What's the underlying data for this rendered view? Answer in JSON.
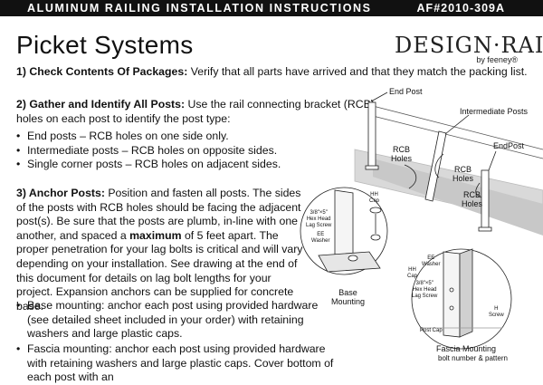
{
  "header": {
    "title": "ALUMINUM RAILING INSTALLATION INSTRUCTIONS",
    "code": "AF#2010-309A"
  },
  "page_title": "Picket Systems",
  "logo": {
    "brand": "DESIGN·RAIL",
    "by": "by feeney®"
  },
  "step1": {
    "heading": "1) Check Contents Of Packages:",
    "text": " Verify that all parts have arrived and that they match the packing list."
  },
  "step2": {
    "heading": "2) Gather and Identify All Posts:",
    "text": " Use the rail connecting bracket (RCB) holes on each post to identify the post type:",
    "bullets": [
      "End posts – RCB holes on one side only.",
      "Intermediate posts – RCB holes on opposite sides.",
      "Single corner posts – RCB holes on adjacent sides."
    ]
  },
  "step3": {
    "heading": "3) Anchor Posts:",
    "text_a": " Position and fasten all posts. The sides of the posts with RCB holes should be facing the adjacent post(s). Be sure that the posts are plumb, in-line with one another, and spaced a ",
    "maximum": "maximum",
    "text_b": " of 5 feet apart. The proper penetration for your lag bolts is critical and will vary depending on your installation. See drawing at the end of this document for details on lag bolt lengths for your project. Expansion anchors can be supplied for concrete base.",
    "bullets": [
      "Base mounting: anchor each post using provided hardware (see detailed sheet included in your order) with retaining washers and large plastic caps.",
      "Fascia mounting: anchor each post using provided hardware with retaining washers and large plastic caps. Cover bottom of each post with an"
    ]
  },
  "diagram_labels": {
    "end_post_top": "End Post",
    "intermediate_posts": "Intermediate Posts",
    "end_post_right": "EndPost",
    "rcb_holes_1": "RCB\nHoles",
    "rcb_holes_2": "RCB\nHoles",
    "rcb_holes_3": "RCB\nHoles",
    "hh_cap": "HH\nCap",
    "hex_lag": "3/8\"×5\"\nHex Head\nLag Screw",
    "ee_washer": "EE\nWasher",
    "base_mounting": "Base\nMounting",
    "ee_washer_2": "EE\nWasher",
    "hh_cap_2": "HH\nCap",
    "hex_lag_2": "3/8\"×5\"\nHex Head\nLag Screw",
    "h_screw": "H\nScrew",
    "post_cap": "Post Cap",
    "fascia_mounting": "Fascia Mounting",
    "fascia_sub": "bolt number & pattern"
  }
}
